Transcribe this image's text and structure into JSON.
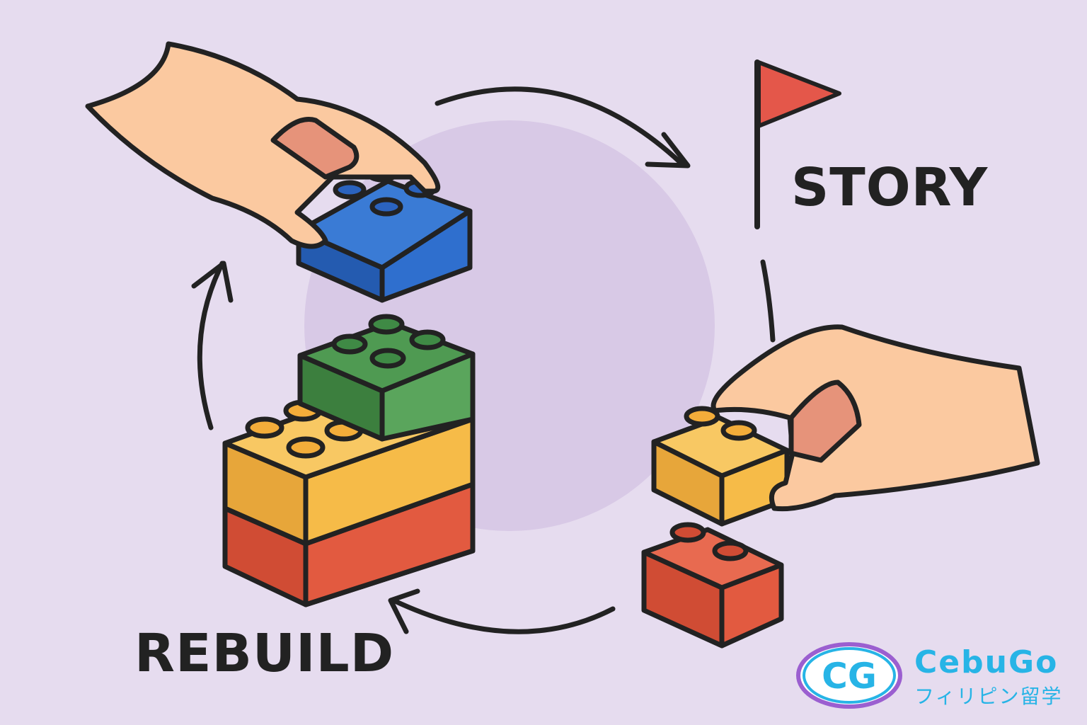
{
  "labels": {
    "story": "STORY",
    "rebuild": "REBUILD"
  },
  "logo": {
    "name": "CebuGo",
    "subtitle": "フィリピン留学",
    "mark": "CG"
  },
  "colors": {
    "background": "#e6dcef",
    "center_circle": "#d8c9e6",
    "skin": "#fbc9a0",
    "skin_dark": "#e6937a",
    "blue_brick": "#2f6fce",
    "green_brick": "#4a9a4e",
    "yellow_brick": "#f6bb48",
    "red_brick": "#e25a40",
    "flag": "#e4574a",
    "outline": "#222222",
    "logo_cyan": "#27b4e6"
  },
  "icons": [
    "flag-icon",
    "arrow-icon",
    "hand-icon",
    "brick-icon"
  ]
}
